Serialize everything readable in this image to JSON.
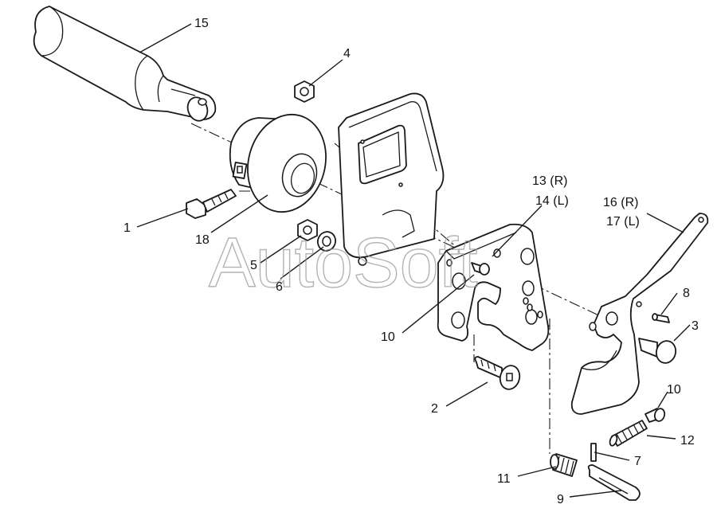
{
  "watermark": "AutoSoft",
  "callouts": {
    "c1": "1",
    "c2": "2",
    "c3": "3",
    "c4": "4",
    "c5": "5",
    "c6": "6",
    "c7": "7",
    "c8": "8",
    "c9": "9",
    "c10a": "10",
    "c10b": "10",
    "c11": "11",
    "c12": "12",
    "c13": "13 (R)",
    "c14": "14 (L)",
    "c15": "15",
    "c16": "16 (R)",
    "c17": "17 (L)",
    "c18": "18"
  }
}
